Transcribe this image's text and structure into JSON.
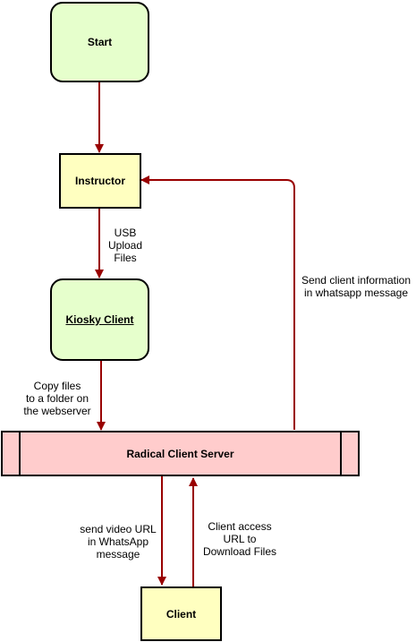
{
  "colors": {
    "start_fill": "#e6ffcc",
    "kiosk_fill": "#e6ffcc",
    "instructor_fill": "#ffffc0",
    "client_fill": "#ffffc0",
    "server_fill": "#ffcccc",
    "edge": "#990000"
  },
  "nodes": {
    "start": "Start",
    "instructor": "Instructor",
    "kiosk_client": "Kiosky Client",
    "server": "Radical Client Server",
    "client": "Client"
  },
  "edge_labels": {
    "usb_upload": "USB\nUpload\nFiles",
    "copy_files": "Copy files\nto a folder on\nthe webserver",
    "send_client_info": "Send client information\nin whatsapp message",
    "send_video_url": "send video URL\nin WhatsApp\nmessage",
    "client_access": "Client access\nURL to\nDownload Files"
  }
}
